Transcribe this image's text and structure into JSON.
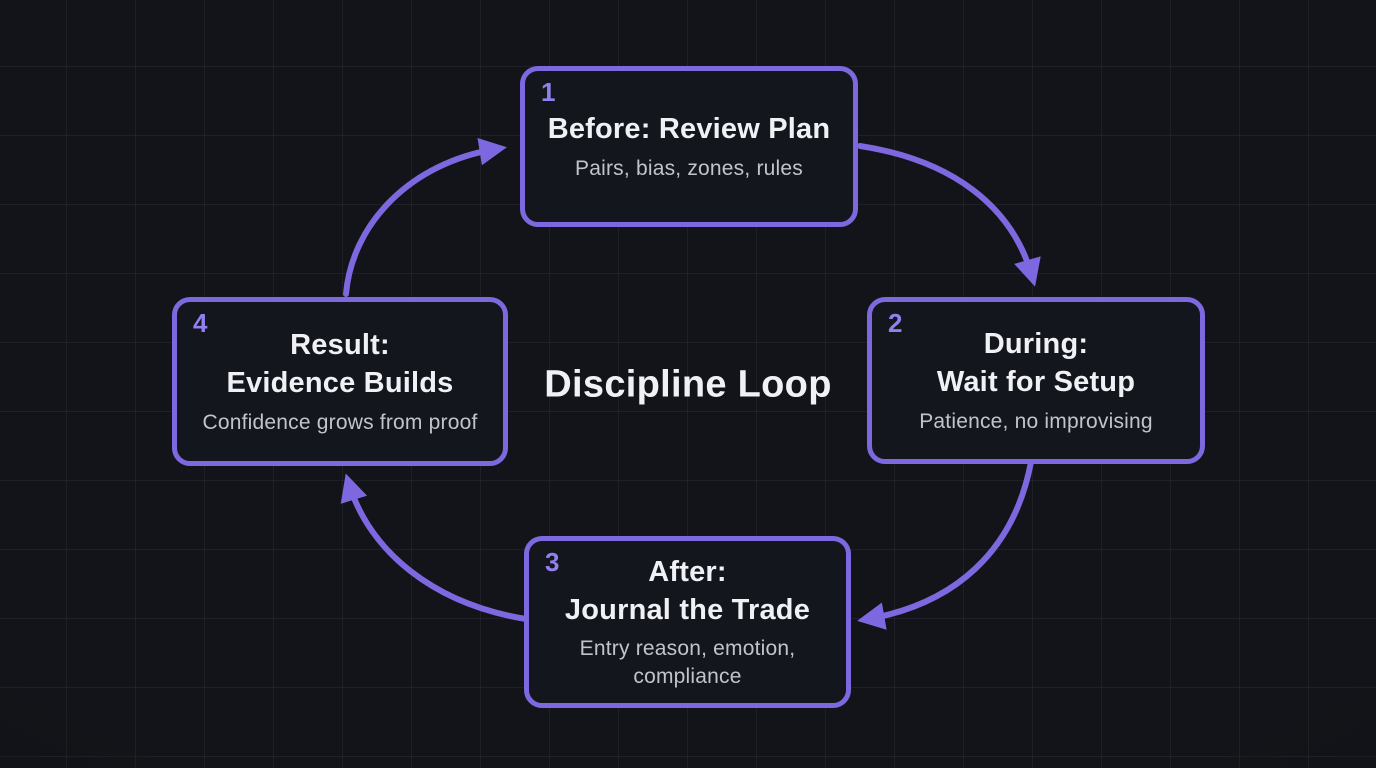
{
  "center_title": "Discipline Loop",
  "nodes": [
    {
      "number": "1",
      "title_l1": "Before: Review Plan",
      "title_l2": "",
      "subtitle": "Pairs, bias, zones, rules"
    },
    {
      "number": "2",
      "title_l1": "During:",
      "title_l2": "Wait for Setup",
      "subtitle": "Patience, no improvising"
    },
    {
      "number": "3",
      "title_l1": "After:",
      "title_l2": "Journal the Trade",
      "subtitle": "Entry reason, emotion, compliance"
    },
    {
      "number": "4",
      "title_l1": "Result:",
      "title_l2": "Evidence Builds",
      "subtitle": "Confidence grows from proof"
    }
  ],
  "flow": [
    {
      "from": "Before: Review Plan",
      "to": "During: Wait for Setup"
    },
    {
      "from": "During: Wait for Setup",
      "to": "After: Journal the Trade"
    },
    {
      "from": "After: Journal the Trade",
      "to": "Result: Evidence Builds"
    },
    {
      "from": "Result: Evidence Builds",
      "to": "Before: Review Plan"
    }
  ],
  "theme": {
    "background": "#121419",
    "grid_line": "rgba(255,255,255,0.05)",
    "accent_purple": "#7d68e0",
    "number_purple": "#9180ee",
    "box_background": "#14161d",
    "title_color": "#f0f1f5",
    "subtitle_color": "#bfc4cd"
  }
}
